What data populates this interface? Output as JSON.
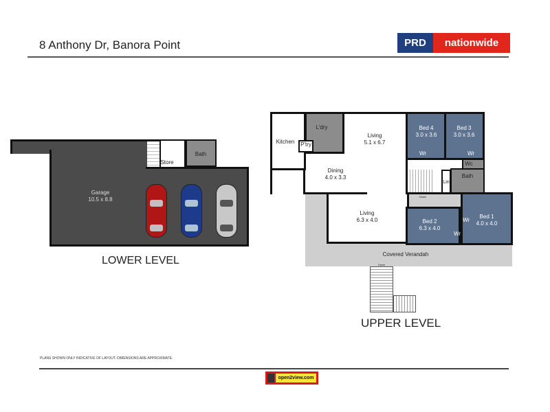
{
  "header": {
    "address": "8 Anthony Dr, Banora Point",
    "logo": {
      "left": "PRD",
      "right": "nationwide",
      "colors": {
        "left": "#1f3f7f",
        "right": "#e1261c"
      }
    }
  },
  "lower": {
    "title": "LOWER LEVEL",
    "rooms": {
      "garage": "Garage",
      "garage_dim": "10.5 x 8.8",
      "store": "Store",
      "bath": "Bath"
    },
    "cars": [
      "#b01616",
      "#1e3a8a",
      "#c8c8c8"
    ]
  },
  "upper": {
    "title": "UPPER LEVEL",
    "rooms": {
      "kitchen": "Kitchen",
      "pantry": "P'try",
      "laundry": "L'dry",
      "living1": "Living",
      "living1_dim": "5.1 x 6.7",
      "dining": "Dining",
      "dining_dim": "4.0 x 3.3",
      "living2": "Living",
      "living2_dim": "6.3 x 4.0",
      "bed4": "Bed 4",
      "bed4_dim": "3.0 x 3.6",
      "bed3": "Bed 3",
      "bed3_dim": "3.0 x 3.6",
      "bed2": "Bed 2",
      "bed2_dim": "6.3 x 4.0",
      "bed1": "Bed 1",
      "bed1_dim": "4.0 x 4.0",
      "wr": "Wr",
      "wc": "Wc",
      "bath": "Bath",
      "lin": "Lin",
      "verandah": "Covered Verandah",
      "down": "Down"
    }
  },
  "footer": {
    "disclaimer": "PLANS SHOWN ONLY INDICATIVE OF LAYOUT.  DIMENSIONS ARE APPROXIMATE.",
    "badge": "open2view.com"
  }
}
